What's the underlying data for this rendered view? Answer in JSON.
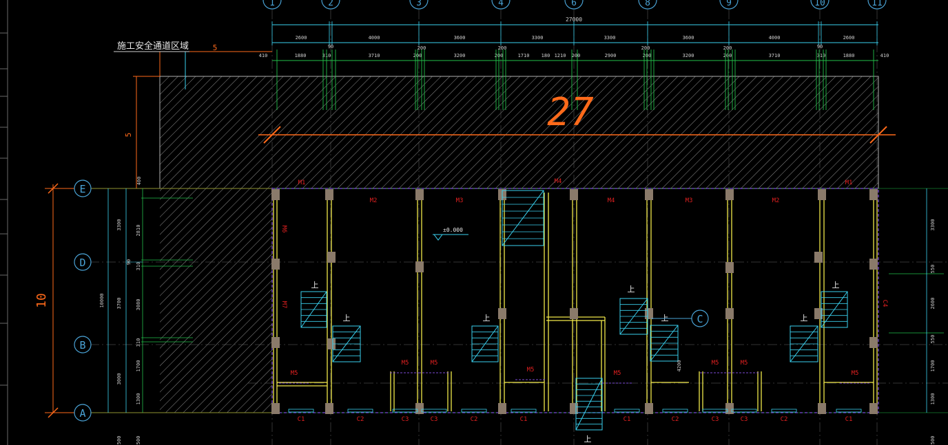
{
  "drawing": {
    "region_label": "施工安全通道区域",
    "region_dim_h": "5",
    "region_dim_v": "5",
    "big_number": "27",
    "vertical_total_label": "10",
    "total_width_label": "27000",
    "left_total_label": "10000",
    "left_dim_400": "400",
    "right_elev": "4200",
    "level_mark": "±0.000",
    "stair_up": "上",
    "colors": {
      "background": "#000000",
      "axis_circle": "#4aa3d6",
      "orange": "#ff6a1a",
      "wall_yellow": "#f2e94a",
      "column_fill": "#8a7a6a",
      "green": "#22c04a",
      "red": "#e02020",
      "cyan": "#3ad2f0",
      "dim_white": "#d0d0d0",
      "hatch": "#a0a0a0"
    }
  },
  "axes_top": [
    "1",
    "2",
    "3",
    "4",
    "6",
    "8",
    "9",
    "10",
    "11"
  ],
  "axes_left": [
    "E",
    "D",
    "B",
    "A"
  ],
  "axis_c": "C",
  "dims_top_row1": [
    "2600",
    "90",
    "4000",
    "3600",
    "3300",
    "3300",
    "3600",
    "4000",
    "90",
    "2600"
  ],
  "dims_top_row2": [
    "410",
    "1880",
    "310",
    "3710",
    "200",
    "3200",
    "200",
    "1710",
    "180",
    "1210",
    "200",
    "2900",
    "200",
    "3200",
    "200",
    "3710",
    "310",
    "1880",
    "410"
  ],
  "dims_top_row2_small": [
    "90",
    "200",
    "200",
    "200",
    "200",
    "90"
  ],
  "dims_left": [
    "3300",
    "2810",
    "90",
    "310",
    "3700",
    "3080",
    "310",
    "1700",
    "3000",
    "1300"
  ],
  "dims_right": [
    "3300",
    "550",
    "2600",
    "550",
    "1700",
    "1300"
  ],
  "dims_bottom": [
    "500",
    "500",
    "500"
  ],
  "rooms_top": [
    "M1",
    "M2",
    "M3",
    "M4",
    "M4",
    "M3",
    "M2",
    "M1"
  ],
  "rooms_side": [
    "M6",
    "M7",
    "C4"
  ],
  "doors_bottom": [
    "M5",
    "M5",
    "M5",
    "M5",
    "M5",
    "M5",
    "M5",
    "M5"
  ],
  "windows_bottom": [
    "C1",
    "C2",
    "C3",
    "C3",
    "C2",
    "C1",
    "C1",
    "C2",
    "C3",
    "C3",
    "C2",
    "C1"
  ]
}
